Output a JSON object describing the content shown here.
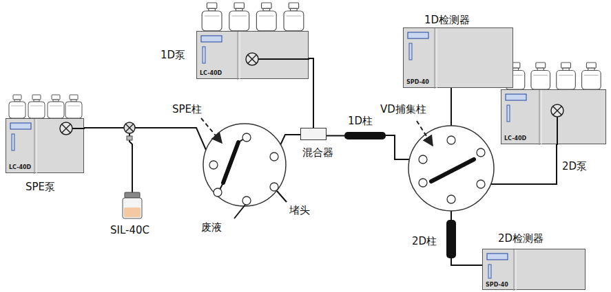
{
  "diagram": {
    "nodes": [
      {
        "text": [
          "1D泵",
          "LC-40D"
        ]
      },
      {
        "text": [
          "1D检测器",
          "SPD-40"
        ]
      },
      {
        "text": [
          "2D泵",
          "LC-40D"
        ]
      },
      {
        "text": [
          "SPE泵",
          "LC-40D"
        ]
      },
      {
        "text": [
          "混合器"
        ]
      },
      {
        "text": [
          "1D柱"
        ]
      },
      {
        "text": [
          "2D柱"
        ]
      },
      {
        "text": [
          "2D检测器",
          "SPD-40"
        ]
      }
    ],
    "edges": [
      {
        "from": 0,
        "to": 4,
        "arrow": "none"
      },
      {
        "from": 4,
        "to": 5,
        "arrow": "none"
      },
      {
        "from": 6,
        "to": 7,
        "arrow": "none"
      }
    ],
    "labels": [
      "SPE柱",
      "VD捕集柱",
      "废液",
      "堵头",
      "SIL-40C"
    ]
  }
}
